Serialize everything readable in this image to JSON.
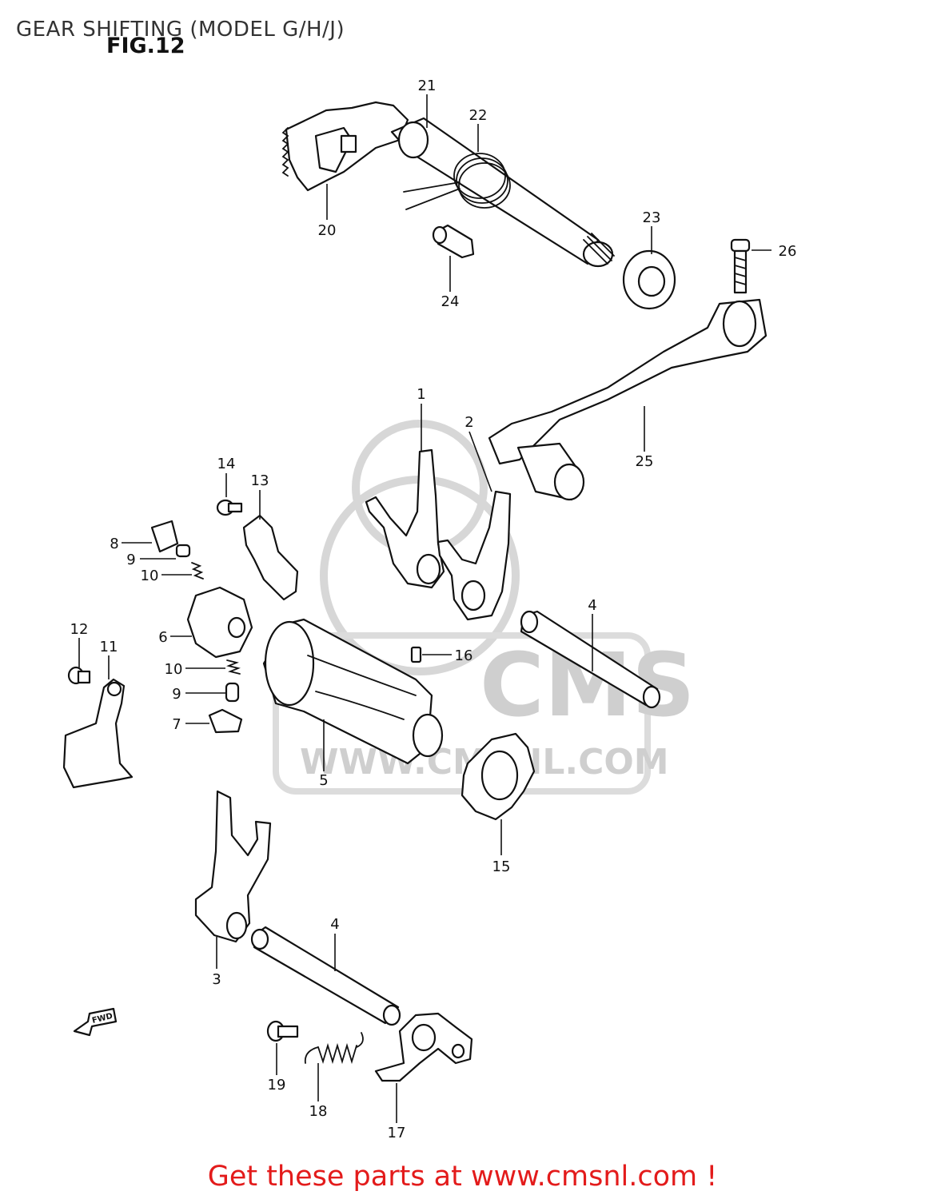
{
  "header": {
    "title": "GEAR SHIFTING (MODEL G/H/J)",
    "figure": "FIG.12"
  },
  "watermark": {
    "brand": "CMS",
    "url": "WWW.CMSNL.COM"
  },
  "direction_marker": "FWD",
  "callouts": {
    "p1": "1",
    "p2": "2",
    "p3": "3",
    "p4a": "4",
    "p4b": "4",
    "p5": "5",
    "p6": "6",
    "p7": "7",
    "p8": "8",
    "p9a": "9",
    "p9b": "9",
    "p10a": "10",
    "p10b": "10",
    "p11": "11",
    "p12": "12",
    "p13": "13",
    "p14": "14",
    "p15": "15",
    "p16": "16",
    "p17": "17",
    "p18": "18",
    "p19": "19",
    "p20": "20",
    "p21": "21",
    "p22": "22",
    "p23": "23",
    "p24": "24",
    "p25": "25",
    "p26": "26"
  },
  "footer": {
    "link_text": "Get these parts at www.cmsnl.com !",
    "link_color": "#e31b1b"
  }
}
